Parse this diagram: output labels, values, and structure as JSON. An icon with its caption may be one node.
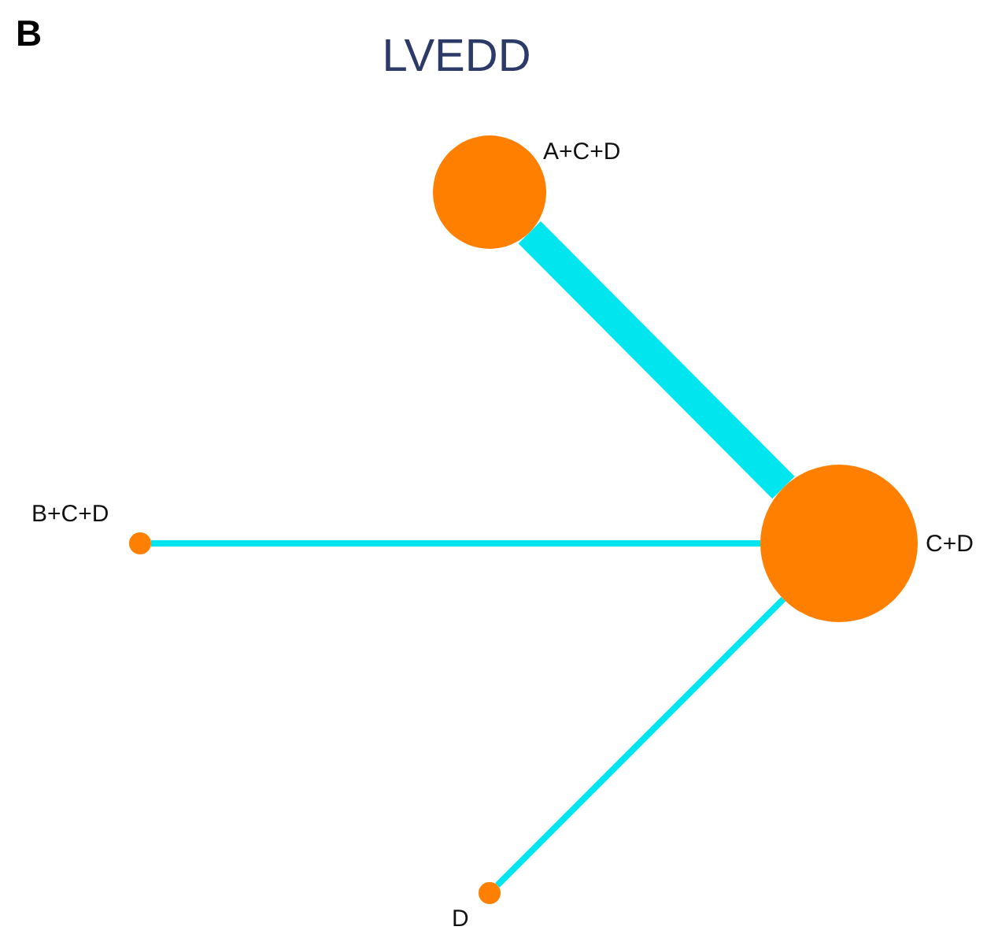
{
  "diagram": {
    "title": "LVEDD",
    "nodes": [
      {
        "text": [],
        "shape": "circle",
        "beside": [
          "A+C+D"
        ]
      },
      {
        "text": [],
        "shape": "circle",
        "beside": [
          "C+D"
        ]
      },
      {
        "text": [],
        "shape": "circle",
        "beside": [
          "B+C+D"
        ]
      },
      {
        "text": [],
        "shape": "circle",
        "beside": [
          "D"
        ]
      }
    ],
    "edges": [
      {
        "from": 0,
        "to": 1,
        "arrow": "none",
        "style": "thick"
      },
      {
        "from": 2,
        "to": 1,
        "arrow": "none"
      },
      {
        "from": 3,
        "to": 1,
        "arrow": "none"
      }
    ],
    "labels": [
      "B"
    ]
  }
}
